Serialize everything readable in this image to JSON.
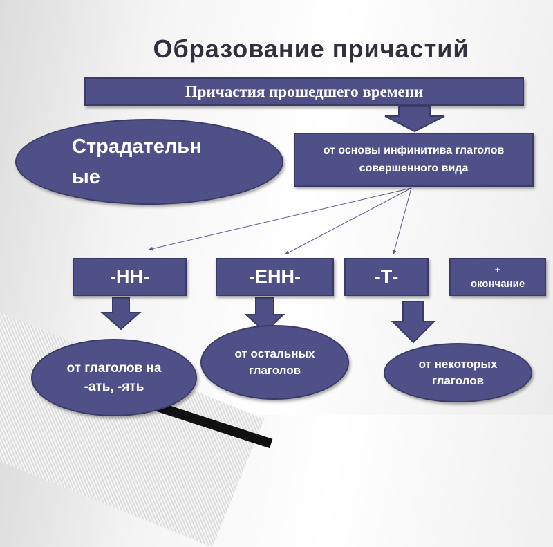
{
  "title": "Образование причастий",
  "header_bar": "Причастия прошедшего времени",
  "passive_label": "Страдательн ые",
  "source_box": "от основы инфинитива глаголов совершенного вида",
  "suffixes": [
    "-НН-",
    "-ЕНН-",
    "-Т-"
  ],
  "ending_box": "+ окончание",
  "results": [
    "от глаголов на -ать, -ять",
    "от остальных глаголов",
    "от некоторых глаголов"
  ],
  "colors": {
    "fill": "#4f5088",
    "border": "#3a3b66",
    "title": "#30303f"
  }
}
